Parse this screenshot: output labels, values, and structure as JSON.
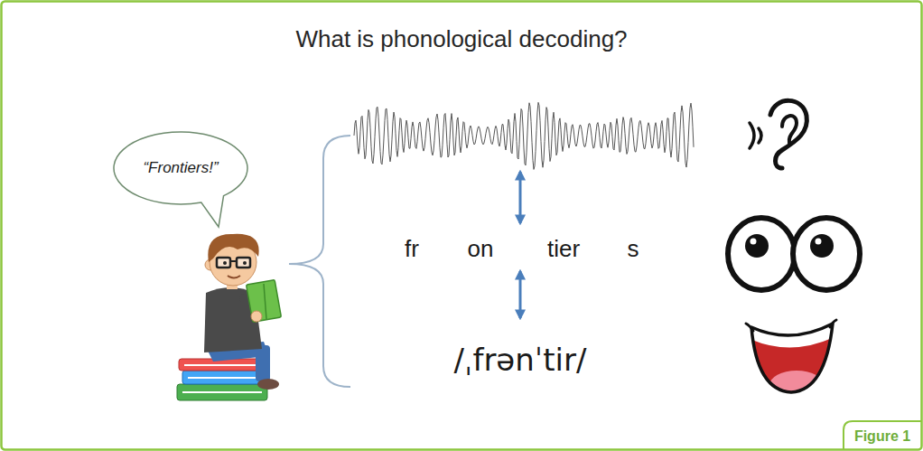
{
  "diagram": {
    "title": "What is phonological decoding?",
    "caption": "Figure 1",
    "nodes": [
      {
        "text": [
          "“Frontiers!”"
        ]
      }
    ],
    "labels": [
      "fr",
      "on",
      "tier",
      "s",
      "/ˌfrənˈtir/"
    ]
  }
}
